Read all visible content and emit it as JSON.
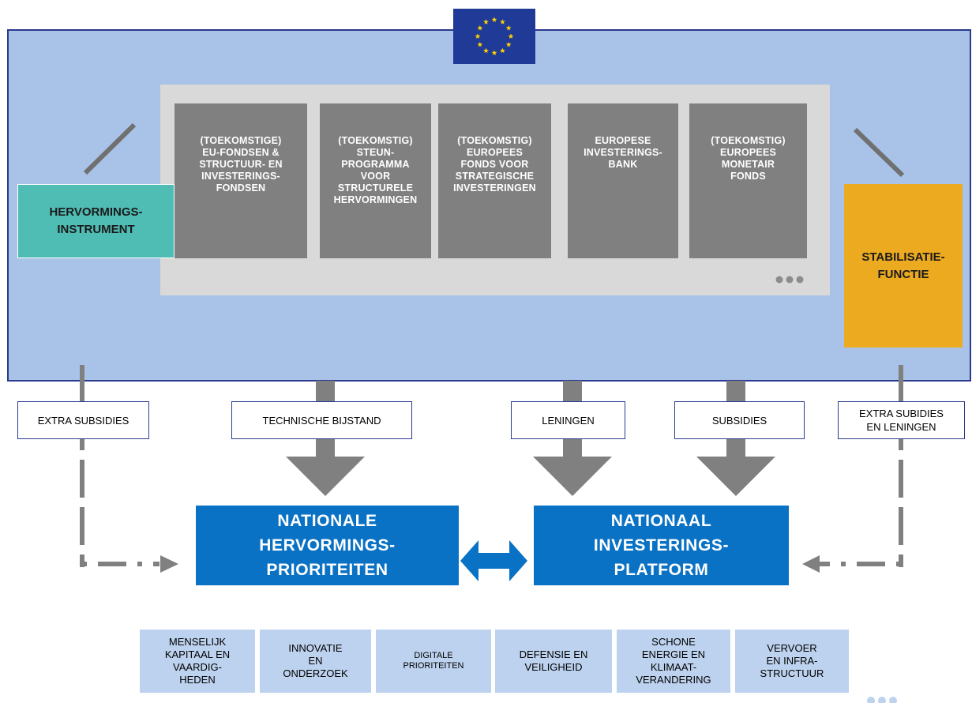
{
  "diagram": {
    "eu_flag": {
      "icon": "eu-flag-icon",
      "colors": {
        "background": "#1f3a97",
        "stars": "#ffd200"
      }
    },
    "funds": [
      {
        "label": "(TOEKOMSTIGE)\nEU-FONDSEN &\nSTRUCTUUR- EN\nINVESTERINGS-\nFONDSEN"
      },
      {
        "label": "(TOEKOMSTIG)\nSTEUN-\nPROGRAMMA\nVOOR\nSTRUCTURELE\nHERVORMINGEN"
      },
      {
        "label": "(TOEKOMSTIG)\nEUROPEES\nFONDS VOOR\nSTRATEGISCHE\nINVESTERINGEN"
      },
      {
        "label": "EUROPESE\nINVESTERINGS-\nBANK"
      },
      {
        "label": "(TOEKOMSTIG)\nEUROPEES\nMONETAIR\nFONDS"
      }
    ],
    "more_icon": "ellipsis-icon",
    "reform_instrument": "HERVORMINGS-\nINSTRUMENT",
    "stabilisation_function": "STABILISATIE-\nFUNCTIE",
    "flow_labels": {
      "extra_subsidies": "EXTRA SUBSIDIES",
      "technical_assistance": "TECHNISCHE BIJSTAND",
      "loans": "LENINGEN",
      "subsidies": "SUBSIDIES",
      "extra_subsidies_loans": "EXTRA SUBIDIES\nEN LENINGEN"
    },
    "national_reform": "NATIONALE\nHERVORMINGS-\nPRIORITEITEN",
    "national_investment": "NATIONAAL\nINVESTERINGS-\nPLATFORM",
    "priorities": [
      "MENSELIJK\nKAPITAAL EN\nVAARDIG-\nHEDEN",
      "INNOVATIE\nEN\nONDERZOEK",
      "DIGITALE\nPRIORITEITEN",
      "DEFENSIE EN\nVEILIGHEID",
      "SCHONE\nENERGIE EN\nKLIMAAT-\nVERANDERING",
      "VERVOER\nEN INFRA-\nSTRUCTUUR"
    ],
    "colors": {
      "frame": "#a9c3e8",
      "frame_border": "#2b3a8f",
      "fund_box": "#808080",
      "reform_instrument": "#4fbdb4",
      "stabilisation": "#ecaa20",
      "national_box": "#0a72c4",
      "priority_box": "#bdd2ee",
      "arrow_gray": "#808080"
    }
  }
}
